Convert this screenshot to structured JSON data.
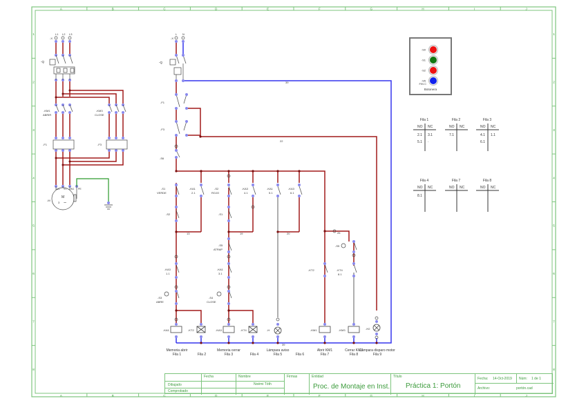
{
  "sheet": {
    "columns": [
      "A",
      "B",
      "C",
      "D",
      "E",
      "F",
      "G",
      "H",
      "I",
      "J"
    ],
    "rows": [
      "1",
      "2",
      "3",
      "4",
      "5",
      "6",
      "7",
      "8"
    ]
  },
  "colors": {
    "frame": "#3a9a3a",
    "phase_wire": "#a01818",
    "neutral_wire": "#3333ee",
    "earth_wire": "#2a9a2a",
    "control_grey": "#666666",
    "terminal": "#7a7ae8"
  },
  "power_circuit": {
    "supply_terminal": "-X",
    "phases": [
      "L1",
      "L2",
      "L3"
    ],
    "breaker": "-Q",
    "contactor_open": {
      "tag": "-KM1",
      "name": "ABRIR"
    },
    "contactor_close": {
      "tag": "-KM3",
      "name": "CLOSE"
    },
    "relay_open": "-F1",
    "relay_close": "-F3",
    "motor": {
      "tag": "-M",
      "symbol": "M",
      "phases": "3",
      "terminals": [
        "U1",
        "V1",
        "W1",
        "PE"
      ]
    }
  },
  "control_circuit": {
    "supply": {
      "terminal": "-X",
      "phase": "L",
      "neutral": "N",
      "breaker": "-Q"
    },
    "relays": [
      "-F1",
      "-F3"
    ],
    "wire_numbers": {
      "neutral_top": "39",
      "phase_top": "22",
      "neutral_bottom": "39"
    },
    "emergency": "-S6",
    "labels": [
      {
        "tag": "-S1",
        "name": "VERDE"
      },
      {
        "tag": "-KA1",
        "name": "2.1"
      },
      {
        "tag": "-S2",
        "name": "ROJO"
      },
      {
        "tag": "-KA3",
        "name": "4.1"
      },
      {
        "tag": "-KA1",
        "name": "5.1"
      },
      {
        "tag": "-KA3",
        "name": "6.1"
      },
      {
        "tag": "-S2",
        "name": ""
      },
      {
        "tag": "-S1",
        "name": ""
      },
      {
        "tag": "-S5",
        "name": "ATRAP"
      },
      {
        "tag": "-KA3",
        "name": "1.1"
      },
      {
        "tag": "-KA1",
        "name": "3.1"
      },
      {
        "tag": "-S3",
        "name": "ABRE"
      },
      {
        "tag": "-S4",
        "name": "CLOSE"
      },
      {
        "tag": "-KT2",
        "name": ""
      },
      {
        "tag": "-KT4",
        "name": "8.1"
      },
      {
        "tag": "-S5",
        "name": ""
      }
    ],
    "coils": [
      {
        "tag": "-KA1",
        "caption": "Memoria abrir",
        "row": "Fila 1"
      },
      {
        "tag": "-KT2",
        "caption": "",
        "row": "Fila 2"
      },
      {
        "tag": "-KA3",
        "caption": "Memoria cerrar",
        "row": "Fila 3"
      },
      {
        "tag": "-KT4",
        "caption": "",
        "row": "Fila 4"
      },
      {
        "tag": "-H",
        "caption": "Lámpara aviso",
        "row": "Fila 5"
      },
      {
        "tag": "",
        "caption": "",
        "row": "Fila 6"
      },
      {
        "tag": "-KM1",
        "caption": "Abrir KM1",
        "row": "Fila 7"
      },
      {
        "tag": "-KM3",
        "caption": "Cerrar KM3",
        "row": "Fila 8"
      },
      {
        "tag": "-H2",
        "caption": "Lámpara disparo motor",
        "row": "Fila 9"
      }
    ],
    "wire_tags": [
      "13",
      "19",
      "20",
      "26"
    ]
  },
  "botonera": {
    "title": "Botonera",
    "buttons": [
      {
        "tag": "-S0",
        "color": "#ee1111"
      },
      {
        "tag": "-S1",
        "color": "#117711"
      },
      {
        "tag": "-S2",
        "color": "#ee1111"
      },
      {
        "tag": "-S5",
        "sub": "FIN C",
        "color": "#1122ee"
      }
    ]
  },
  "cross_refs": [
    {
      "title": "Fila 1",
      "no": [
        "2.1",
        "5.1"
      ],
      "nc": [
        "3.1",
        "·"
      ]
    },
    {
      "title": "Fila 2",
      "no": [
        "7.1"
      ],
      "nc": []
    },
    {
      "title": "Fila 3",
      "no": [
        "4.1",
        "6.1"
      ],
      "nc": [
        "1.1"
      ]
    },
    {
      "title": "Fila 4",
      "no": [
        "8.1"
      ],
      "nc": []
    },
    {
      "title": "Fila 7",
      "no": [],
      "nc": []
    },
    {
      "title": "Fila 8",
      "no": [],
      "nc": []
    }
  ],
  "cross_ref_headers": {
    "no": "NO",
    "nc": "NC"
  },
  "title_block": {
    "fecha_label": "Fecha",
    "nombre_label": "Nombre",
    "firmas_label": "Firmas",
    "dibujado_label": "Dibujado",
    "comprobado_label": "Comprobado",
    "dibujado_nombre": "Noémi Tóth",
    "entidad_label": "Entidad",
    "entidad": "Proc. de Montaje en Inst.",
    "titulo_label": "Título",
    "titulo": "Práctica 1: Portón",
    "fecha_k": "Fecha:",
    "fecha_v": "14-Oct-2019",
    "num_k": "Núm:",
    "num_v": "1 de 1",
    "archivo_k": "Archivo:",
    "archivo_v": "portón.cad"
  }
}
